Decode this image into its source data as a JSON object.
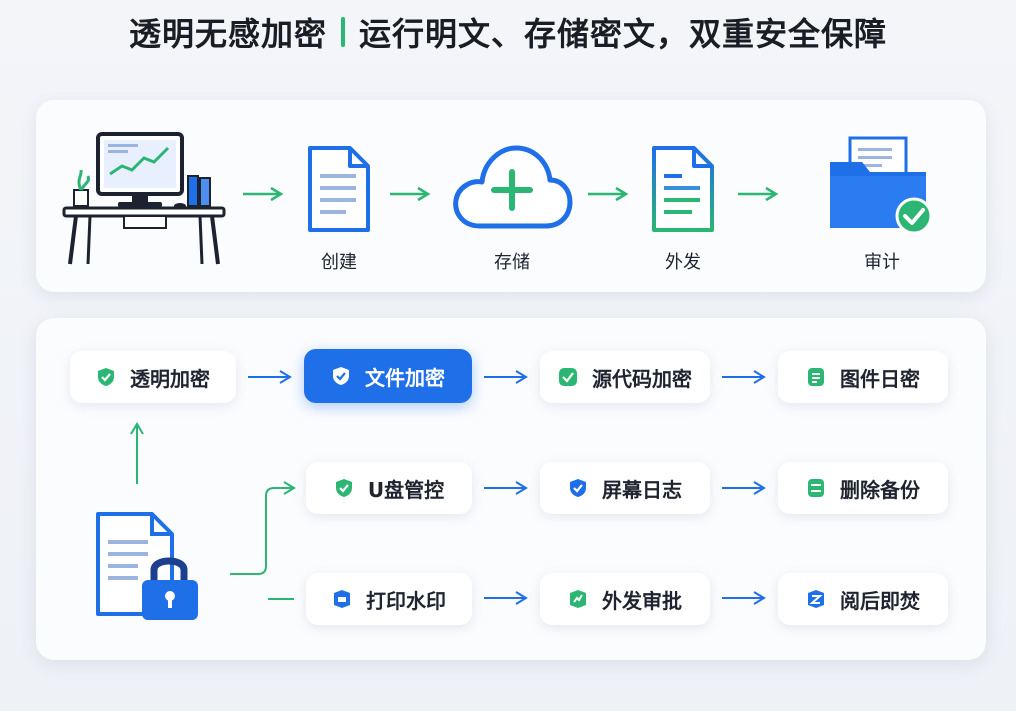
{
  "title": {
    "left": "透明无感加密",
    "right": "运行明文、存储密文，双重安全保障"
  },
  "flow": {
    "steps": [
      {
        "label": "创建",
        "icon": "document-icon"
      },
      {
        "label": "存储",
        "icon": "cloud-plus-icon"
      },
      {
        "label": "外发",
        "icon": "document-lines-icon"
      },
      {
        "label": "审计",
        "icon": "folder-check-icon"
      }
    ]
  },
  "features": {
    "row1": [
      "透明加密",
      "文件加密",
      "源代码加密",
      "图件日密"
    ],
    "row2": [
      "U盘管控",
      "屏幕日志",
      "删除备份"
    ],
    "row3": [
      "打印水印",
      "外发审批",
      "阅后即焚"
    ],
    "active": "文件加密"
  },
  "colors": {
    "accent": "#1f6fe8",
    "green": "#2bb673"
  }
}
